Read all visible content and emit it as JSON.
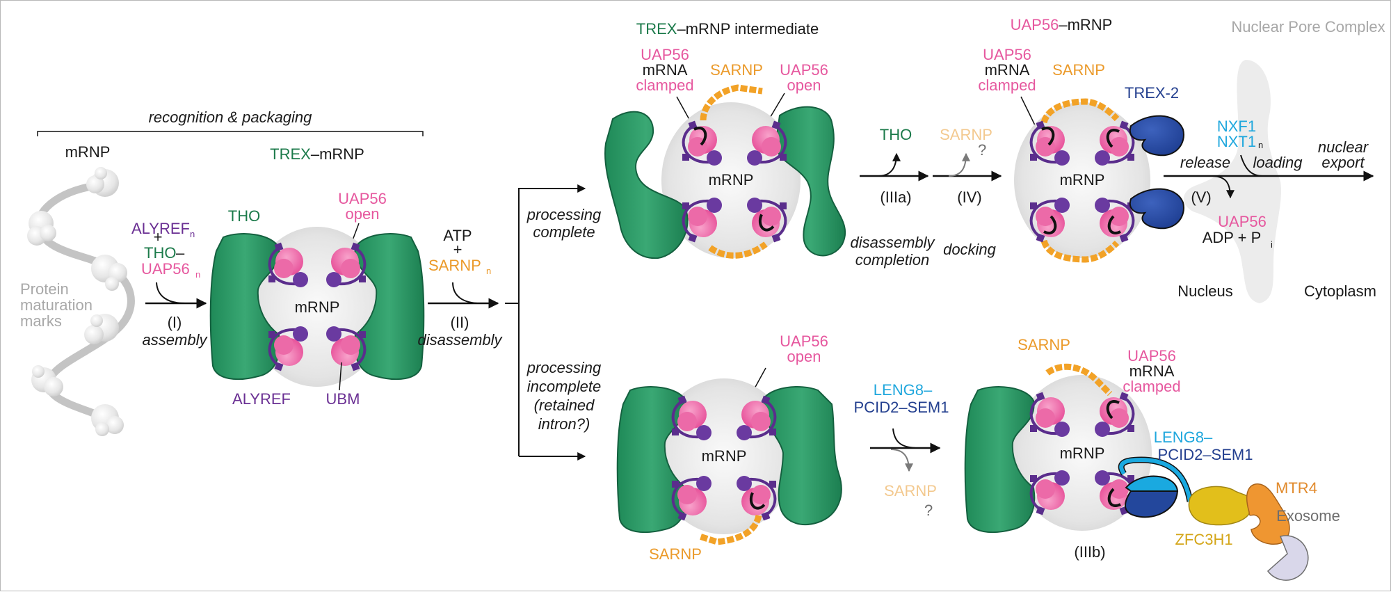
{
  "figure": {
    "section_header": "recognition & packaging",
    "colors": {
      "tho_green": "#2f9a66",
      "uap56_pink": "#ee6eab",
      "alyref_purple": "#5a2d8c",
      "sarnp_orange": "#f2a227",
      "trex2_blue": "#23479c",
      "leng8_cyan": "#1aa9e0",
      "zfc3h1_yellow": "#e2bf1b",
      "mtr4_orange": "#ef9631",
      "exosome_lilac": "#d9d7ea",
      "mrnp_gray": "#e3e3e3",
      "npc_gray": "#ebebeb"
    },
    "stage1": {
      "title": "mRNP",
      "marks_label": [
        "Protein",
        "maturation",
        "marks"
      ]
    },
    "step1": {
      "reagent_alyref": "ALYREF",
      "reagent_plus": "+",
      "reagent_tho": "THO",
      "reagent_dash": "–",
      "reagent_uap56": "UAP56",
      "subscript": "n",
      "number": "(I)",
      "name": "assembly"
    },
    "stage2": {
      "title_prefix": "TREX",
      "title_suffix": "–mRNP",
      "tho": "THO",
      "uap56": "UAP56",
      "uap56_state": "open",
      "core": "mRNP",
      "alyref": "ALYREF",
      "ubm": "UBM"
    },
    "step2": {
      "reagent_atp": "ATP",
      "reagent_plus": "+",
      "reagent_sarnp": "SARNP",
      "subscript": "n",
      "number": "(II)",
      "name": "disassembly"
    },
    "branch": {
      "complete": [
        "processing",
        "complete"
      ],
      "incomplete": [
        "processing",
        "incomplete",
        "(retained",
        "intron?)"
      ]
    },
    "stage3a": {
      "title_prefix": "TREX",
      "title_suffix": "–mRNP intermediate",
      "uap56_left": "UAP56",
      "mrna_left": "mRNA",
      "clamped_left": "clamped",
      "sarnp": "SARNP",
      "uap56_right": "UAP56",
      "open_right": "open",
      "core": "mRNP"
    },
    "step3a": {
      "released": "THO",
      "number": "(IIIa)",
      "name": [
        "disassembly",
        "completion"
      ]
    },
    "step4": {
      "released": "SARNP",
      "question": "?",
      "number": "(IV)",
      "name": "docking"
    },
    "stage4": {
      "title_prefix": "UAP56",
      "title_suffix": "–mRNP",
      "uap56": "UAP56",
      "mrna": "mRNA",
      "clamped": "clamped",
      "sarnp": "SARNP",
      "trex2": "TREX-2",
      "core": "mRNP"
    },
    "step5": {
      "npc": "Nuclear Pore Complex",
      "nxf1": "NXF1",
      "nxt1": "NXT1",
      "subscript": "n",
      "release": "release",
      "loading": "loading",
      "export": [
        "nuclear",
        "export"
      ],
      "number": "(V)",
      "out_uap56": "UAP56",
      "out_adp": "ADP + P",
      "out_sub": "i",
      "nucleus": "Nucleus",
      "cytoplasm": "Cytoplasm"
    },
    "stage3b_pre": {
      "uap56": "UAP56",
      "open": "open",
      "core": "mRNP",
      "sarnp": "SARNP"
    },
    "step3b": {
      "reagent_leng8": "LENG8–",
      "reagent_pcid2": "PCID2–SEM1",
      "released": "SARNP",
      "question": "?"
    },
    "stage3b": {
      "sarnp": "SARNP",
      "uap56": "UAP56",
      "mrna": "mRNA",
      "clamped": "clamped",
      "core": "mRNP",
      "leng8": "LENG8–",
      "pcid2": "PCID2–SEM1",
      "zfc3h1": "ZFC3H1",
      "mtr4": "MTR4",
      "exosome": "Exosome",
      "number": "(IIIb)"
    }
  }
}
